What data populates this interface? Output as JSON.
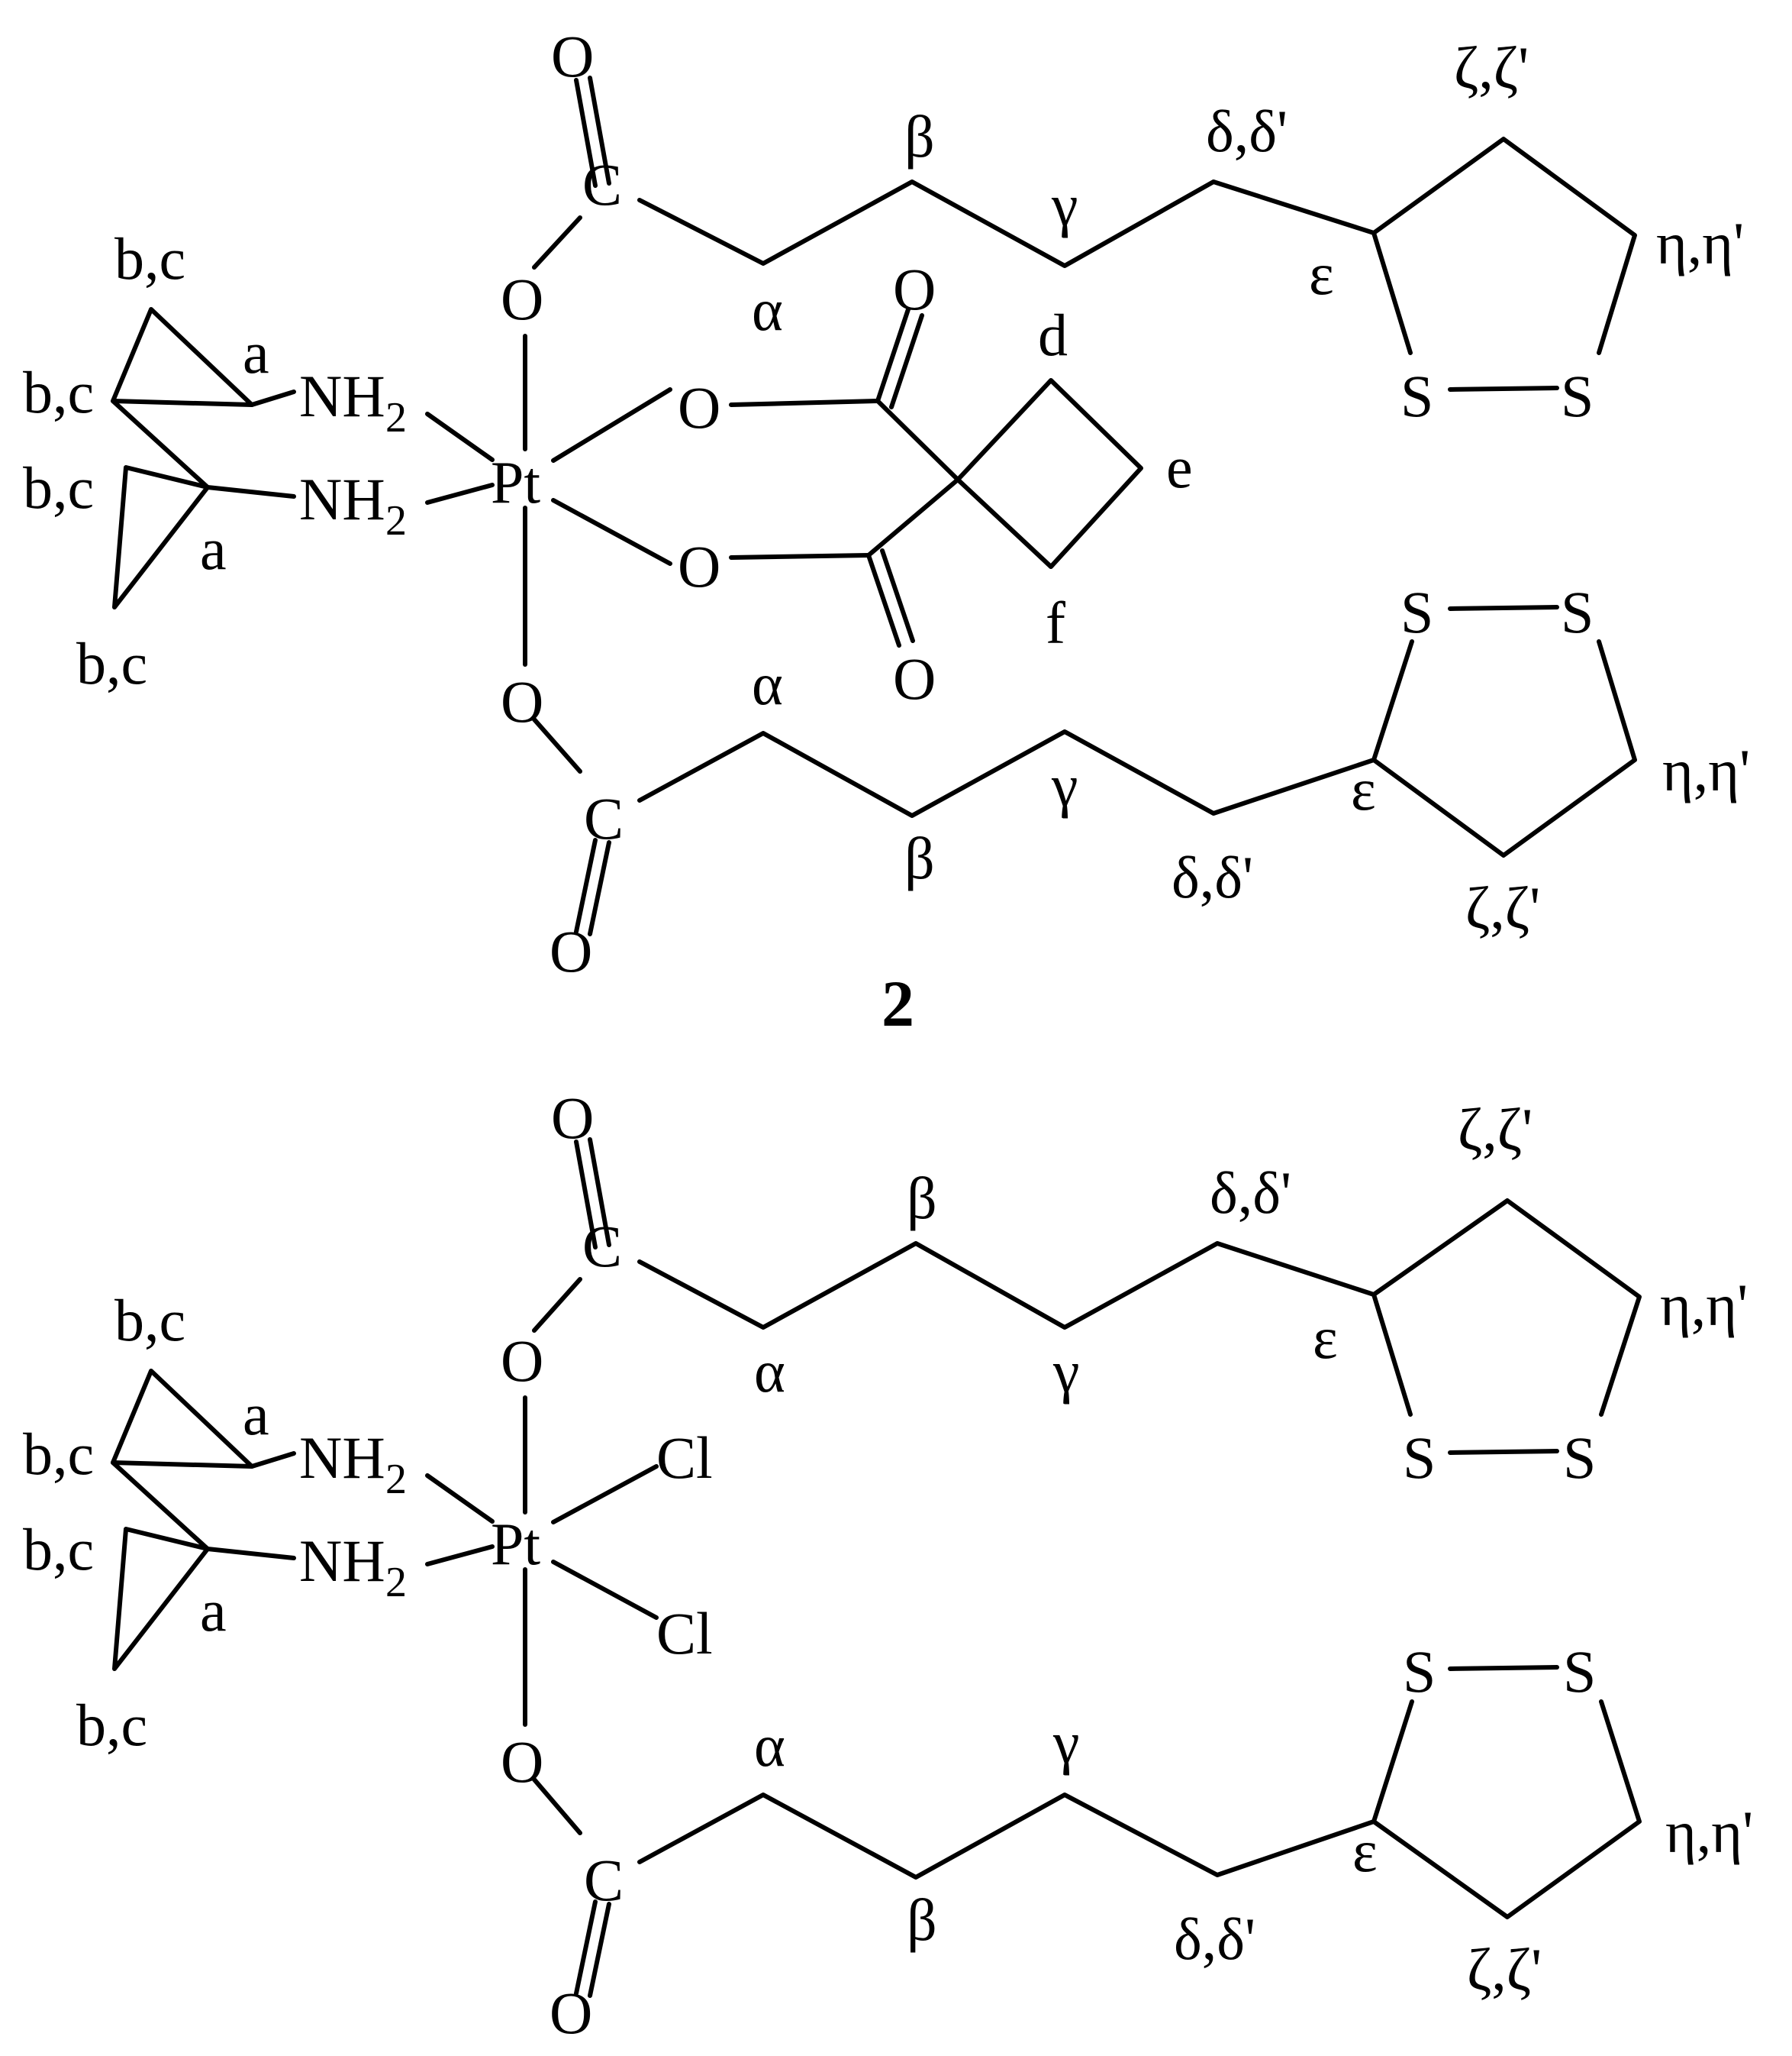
{
  "structures": [
    {
      "compound_label": "2",
      "metal": "Pt",
      "amine_labels": {
        "nh_upper": "NH",
        "nh_lower": "NH",
        "sub": "2"
      },
      "ring_labels": {
        "bc": "b,c",
        "a": "a"
      },
      "equatorial_ligand": "carboxylato (cyclobutane-1,1-dicarboxylate)",
      "cbdca_labels": {
        "o": "O",
        "d": "d",
        "e": "e",
        "f": "f"
      },
      "axial_labels": {
        "o": "O",
        "c": "C",
        "s": "S",
        "alpha": "α",
        "beta": "β",
        "gamma": "γ",
        "delta": "δ,δ'",
        "epsilon": "ε",
        "zeta": "ζ,ζ'",
        "eta": "η,η'"
      }
    },
    {
      "compound_label": "",
      "metal": "Pt",
      "amine_labels": {
        "nh_upper": "NH",
        "nh_lower": "NH",
        "sub": "2"
      },
      "ring_labels": {
        "bc": "b,c",
        "a": "a"
      },
      "equatorial_ligand": "chlorido",
      "chloride_labels": {
        "cl": "Cl"
      },
      "axial_labels": {
        "o": "O",
        "c": "C",
        "s": "S",
        "alpha": "α",
        "beta": "β",
        "gamma": "γ",
        "delta": "δ,δ'",
        "epsilon": "ε",
        "zeta": "ζ,ζ'",
        "eta": "η,η'"
      }
    }
  ]
}
